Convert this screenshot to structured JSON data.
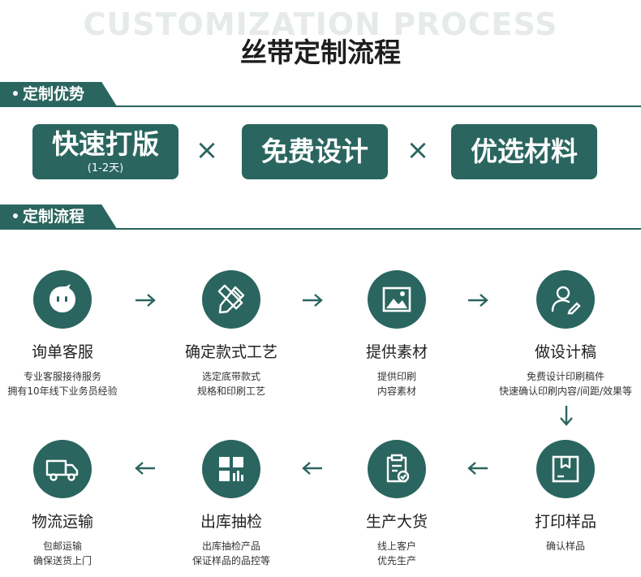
{
  "header": {
    "bg_title": "CUSTOMIZATION PROCESS",
    "title": "丝带定制流程"
  },
  "sections": {
    "advantages": "定制优势",
    "process": "定制流程"
  },
  "advantages": [
    {
      "title": "快速打版",
      "sub": "(1-2天)"
    },
    {
      "title": "免费设计",
      "sub": ""
    },
    {
      "title": "优选材料",
      "sub": ""
    }
  ],
  "separator": "×",
  "steps": [
    {
      "title": "询单客服",
      "desc1": "专业客服接待服务",
      "desc2": "拥有10年线下业务员经验",
      "icon": "chat-bubble-icon"
    },
    {
      "title": "确定款式工艺",
      "desc1": "选定底带款式",
      "desc2": "规格和印刷工艺",
      "icon": "pencil-ruler-icon"
    },
    {
      "title": "提供素材",
      "desc1": "提供印刷",
      "desc2": "内容素材",
      "icon": "image-icon"
    },
    {
      "title": "做设计稿",
      "desc1": "免费设计印刷稿件",
      "desc2": "快速确认印刷内容/间距/效果等",
      "icon": "user-edit-icon"
    },
    {
      "title": "打印样品",
      "desc1": "确认样品",
      "desc2": "",
      "icon": "box-icon"
    },
    {
      "title": "生产大货",
      "desc1": "线上客户",
      "desc2": "优先生产",
      "icon": "clipboard-check-icon"
    },
    {
      "title": "出库抽检",
      "desc1": "出库抽检产品",
      "desc2": "保证样品的品控等",
      "icon": "grid-icon"
    },
    {
      "title": "物流运输",
      "desc1": "包邮运输",
      "desc2": "确保送货上门",
      "icon": "truck-icon"
    }
  ],
  "colors": {
    "accent": "#2a655f",
    "watermark": "#e6ebe9"
  }
}
